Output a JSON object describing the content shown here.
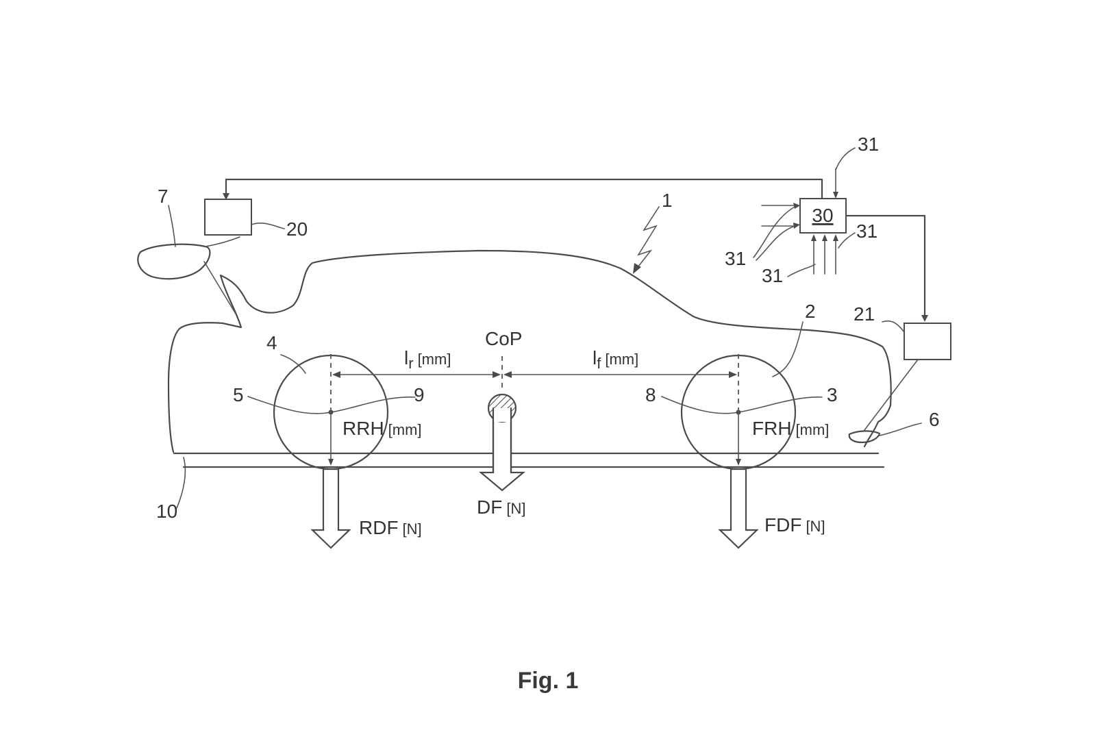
{
  "figure": {
    "caption": "Fig. 1",
    "ref_numerals": {
      "vehicle": "1",
      "front_wheel": "2",
      "front_wheel_center": "3",
      "rear_wheel": "4",
      "rear_wheel_center": "5",
      "front_aero_element": "6",
      "rear_wing": "7",
      "front_ride_height_curve": "8",
      "rear_ride_height_curve": "9",
      "road": "10",
      "rear_actuator": "20",
      "front_actuator": "21",
      "control_unit": "30",
      "inputs": [
        "31",
        "31",
        "31",
        "31"
      ]
    },
    "labels": {
      "cop": "CoP",
      "lr_sym": "l",
      "lr_sub": "r",
      "lr_unit": "[mm]",
      "lf_sym": "l",
      "lf_sub": "f",
      "lf_unit": "[mm]",
      "rrh": "RRH",
      "rrh_unit": "[mm]",
      "frh": "FRH",
      "frh_unit": "[mm]",
      "rdf": "RDF",
      "rdf_unit": "[N]",
      "df": "DF",
      "df_unit": "[N]",
      "fdf": "FDF",
      "fdf_unit": "[N]"
    }
  }
}
